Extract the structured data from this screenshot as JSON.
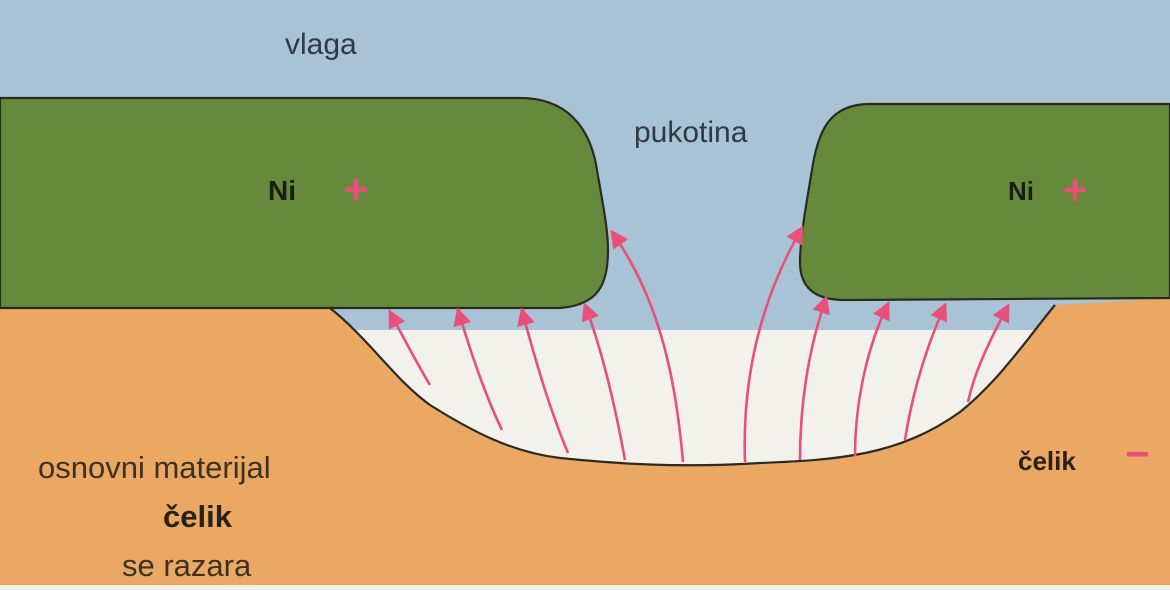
{
  "labels": {
    "moisture": "vlaga",
    "crack": "pukotina",
    "left_metal": "Ni",
    "right_metal": "Ni",
    "left_charge": "+",
    "right_charge": "+",
    "base_line1": "osnovni materijal",
    "base_line2": "čelik",
    "base_line3": "se razara",
    "steel": "čelik",
    "steel_charge": "−"
  },
  "colors": {
    "moisture": "#a8c3d5",
    "nickel": "#668a3c",
    "steel": "#eba862",
    "arrow": "#e8507a",
    "outline": "#2a2a22"
  }
}
